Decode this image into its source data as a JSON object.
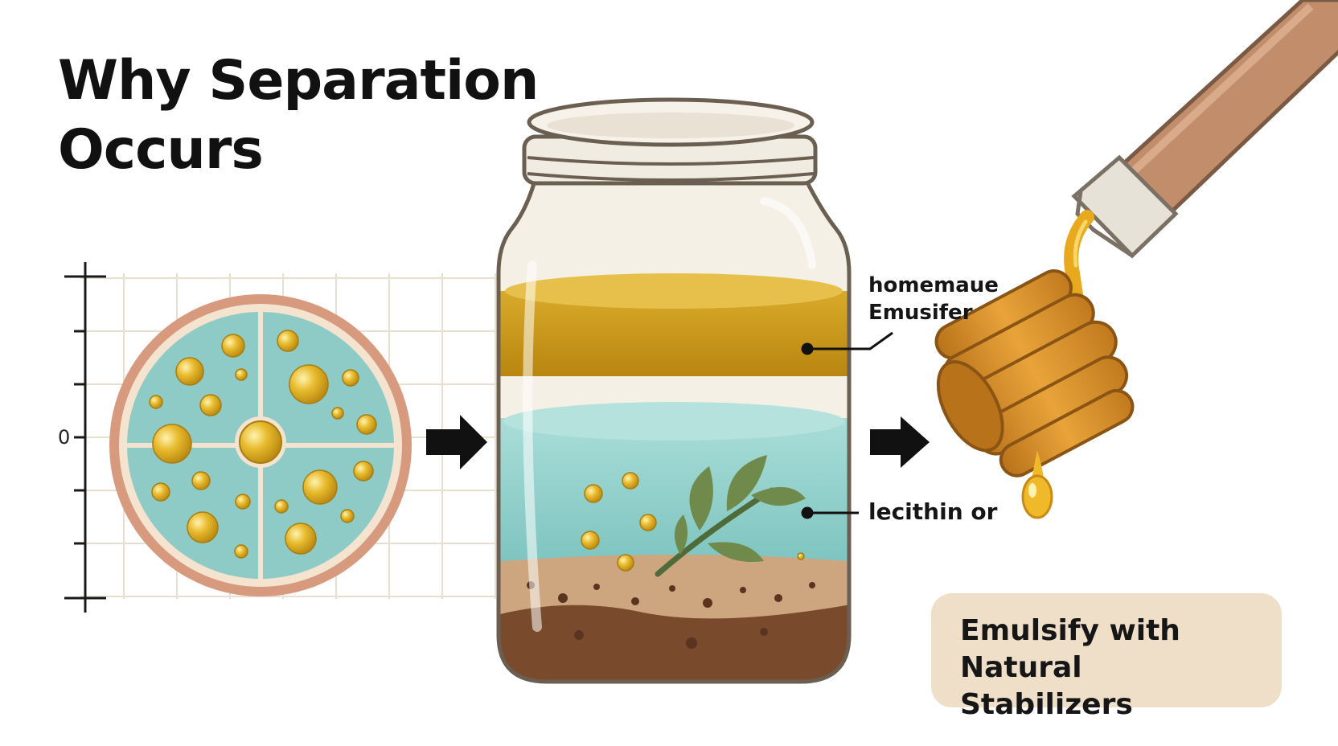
{
  "title": {
    "line1": "Why Separation",
    "line2": "Occurs"
  },
  "axis": {
    "zero_label": "0"
  },
  "labels": {
    "emulsifier_line1": "homemaue",
    "emulsifier_line2": "Emusifer",
    "lecithin": "lecithin or"
  },
  "callout": {
    "line1": "Emulsify with",
    "line2": "Natural Stabilizers"
  },
  "colors": {
    "oil": "#c8961c",
    "water": "#8fd0cc",
    "sediment": "#7a4a2c",
    "droplet": "#e3b52b",
    "honey": "#e9a91f",
    "callout_bg": "#efdfc8"
  },
  "icons": [
    "microscope-droplet-view",
    "arrow-right-icon",
    "glass-jar",
    "leaf-icon",
    "honey-dipper-icon",
    "dropper-icon"
  ]
}
